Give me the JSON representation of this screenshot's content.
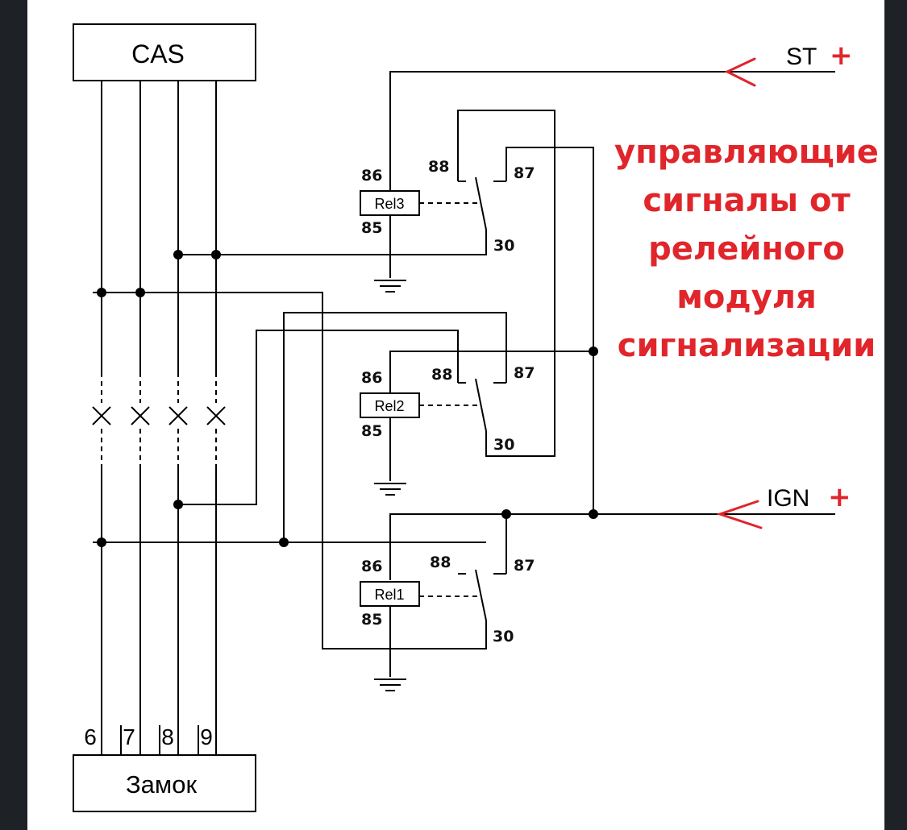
{
  "diagram": {
    "cas_label": "CAS",
    "lock_label": "Замок",
    "lock_pins": [
      "6",
      "7",
      "8",
      "9"
    ],
    "st_label": "ST",
    "ign_label": "IGN",
    "plus_sign": "+",
    "relays": [
      {
        "name": "Rel3",
        "coil_top": "86",
        "coil_bottom": "85",
        "nc": "88",
        "no": "87",
        "common": "30"
      },
      {
        "name": "Rel2",
        "coil_top": "86",
        "coil_bottom": "85",
        "nc": "88",
        "no": "87",
        "common": "30"
      },
      {
        "name": "Rel1",
        "coil_top": "86",
        "coil_bottom": "85",
        "nc": "88",
        "no": "87",
        "common": "30"
      }
    ],
    "annotation_lines": [
      "управляющие",
      "сигналы от",
      "релейного",
      "модуля",
      "сигнализации"
    ],
    "colors": {
      "background": "#ffffff",
      "frame": "#1e2227",
      "accent": "#e0252b",
      "line": "#000000"
    }
  }
}
